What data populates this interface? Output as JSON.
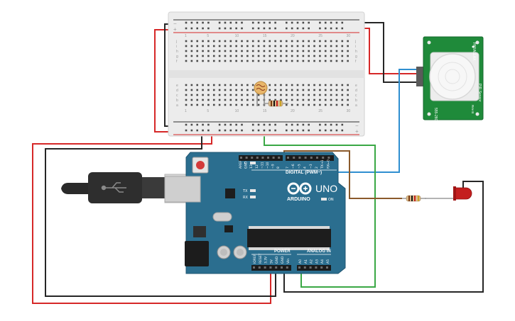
{
  "arduino": {
    "brand": "ARDUINO",
    "model": "UNO",
    "on_label": "ON",
    "digital_label": "DIGITAL (PWM~)",
    "power_label": "POWER",
    "analog_label": "ANALOG IN",
    "led_l": "L",
    "led_tx": "TX",
    "led_rx": "RX",
    "digital_pins": [
      "AREF",
      "GND",
      "13",
      "12",
      "~11",
      "~10",
      "~9",
      "8",
      "7",
      "~6",
      "~5",
      "4",
      "~3",
      "2",
      "TX→1",
      "RX←0"
    ],
    "power_pins": [
      "IOREF",
      "RESET",
      "3.3V",
      "5V",
      "GND",
      "GND",
      "Vin"
    ],
    "analog_pins": [
      "A0",
      "A1",
      "A2",
      "A3",
      "A4",
      "A5"
    ]
  },
  "breadboard": {
    "col_numbers": [
      "1",
      "5",
      "10",
      "15",
      "20",
      "25",
      "30"
    ],
    "row_letters_top": [
      "j",
      "i",
      "h",
      "g",
      "f"
    ],
    "row_letters_bottom": [
      "e",
      "d",
      "c",
      "b",
      "a"
    ],
    "plus": "+",
    "minus": "−"
  },
  "pir_sensor": {
    "brand": "PARALLAX",
    "name": "PIR Sensor",
    "rev": "Rev B",
    "part": "555-28027"
  },
  "colors": {
    "board": "#2b6e8f",
    "wire_red": "#d62828",
    "wire_black": "#262626",
    "wire_green": "#3aa845",
    "wire_blue": "#2f8fd0",
    "wire_brown": "#8b5a2b",
    "pir_board": "#1f8a3a",
    "led": "#c41e1e"
  }
}
